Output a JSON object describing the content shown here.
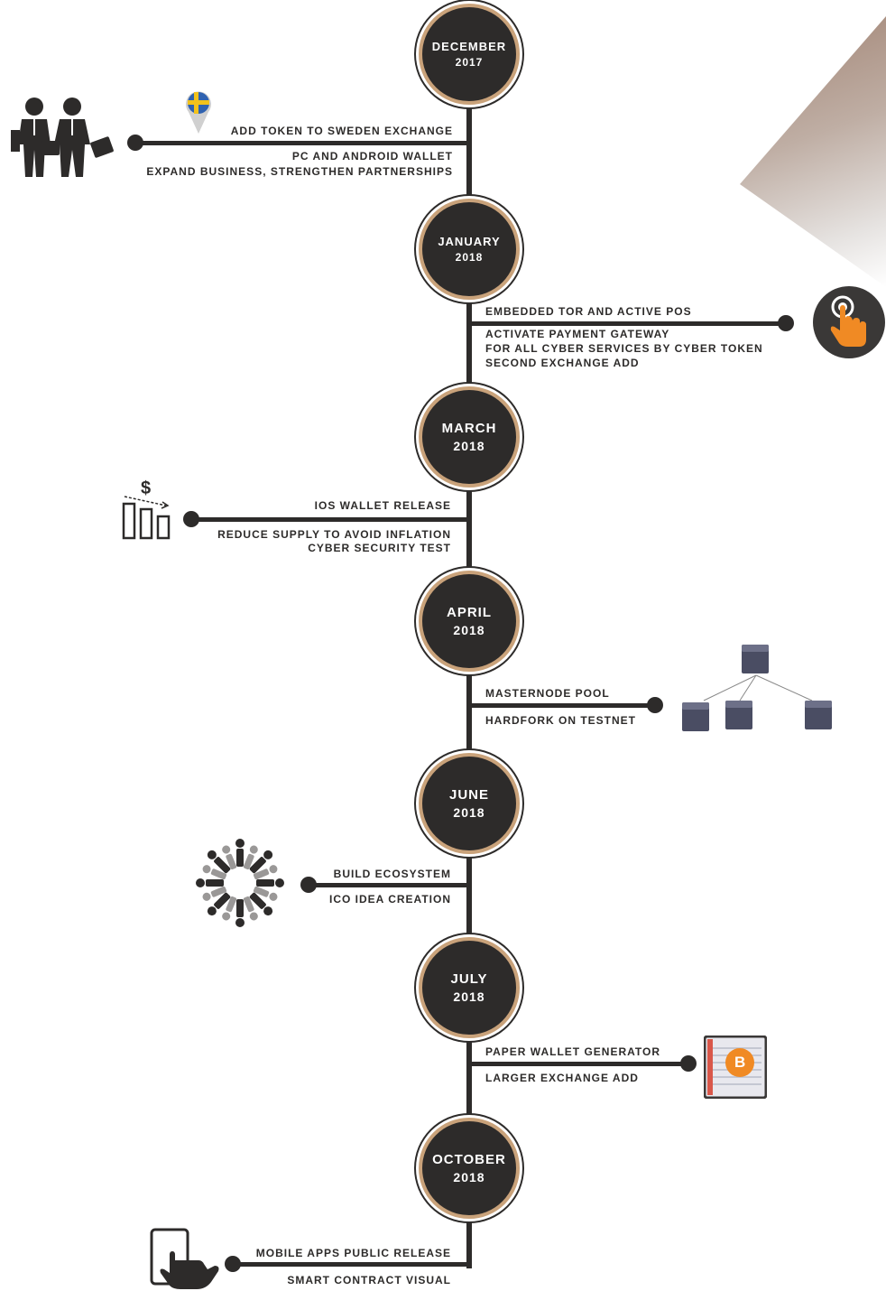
{
  "milestones": [
    {
      "month": "DECEMBER",
      "year": "2017"
    },
    {
      "month": "JANUARY",
      "year": "2018"
    },
    {
      "month": "MARCH",
      "year": "2018"
    },
    {
      "month": "APRIL",
      "year": "2018"
    },
    {
      "month": "JUNE",
      "year": "2018"
    },
    {
      "month": "JULY",
      "year": "2018"
    },
    {
      "month": "OCTOBER",
      "year": "2018"
    }
  ],
  "items": {
    "dec": {
      "above": "ADD TOKEN TO SWEDEN EXCHANGE",
      "below": [
        "PC AND ANDROID WALLET",
        "EXPAND BUSINESS, STRENGTHEN PARTNERSHIPS"
      ]
    },
    "jan": {
      "above": "EMBEDDED TOR AND ACTIVE POS",
      "below": [
        "ACTIVATE PAYMENT GATEWAY",
        "FOR ALL CYBER SERVICES BY CYBER TOKEN",
        "SECOND EXCHANGE ADD"
      ]
    },
    "mar": {
      "above": "IOS WALLET RELEASE",
      "below": [
        "REDUCE SUPPLY TO AVOID INFLATION",
        "CYBER SECURITY TEST"
      ],
      "icon_text": "$"
    },
    "apr": {
      "above": "MASTERNODE POOL",
      "below": [
        "HARDFORK ON TESTNET"
      ]
    },
    "jun": {
      "above": "BUILD ECOSYSTEM",
      "below": [
        "ICO IDEA CREATION"
      ]
    },
    "jul": {
      "above": "PAPER WALLET GENERATOR",
      "below": [
        "LARGER EXCHANGE ADD"
      ],
      "icon_text": "B"
    },
    "oct": {
      "above": "MOBILE APPS PUBLIC RELEASE",
      "below": [
        "SMART CONTRACT VISUAL"
      ]
    }
  },
  "icons": {
    "dec": "businessmen-handshake-icon",
    "dec_flag": "sweden-flag-pin-icon",
    "jan": "touch-hand-icon",
    "mar": "dollar-decline-bars-icon",
    "apr": "server-network-icon",
    "jun": "people-circle-icon",
    "jul": "bitcoin-notebook-icon",
    "oct": "tablet-tap-icon"
  },
  "colors": {
    "dark": "#2d2b2a",
    "gold_ring": "#c9a27a",
    "orange": "#f08a24",
    "server": "#4a4d63"
  }
}
